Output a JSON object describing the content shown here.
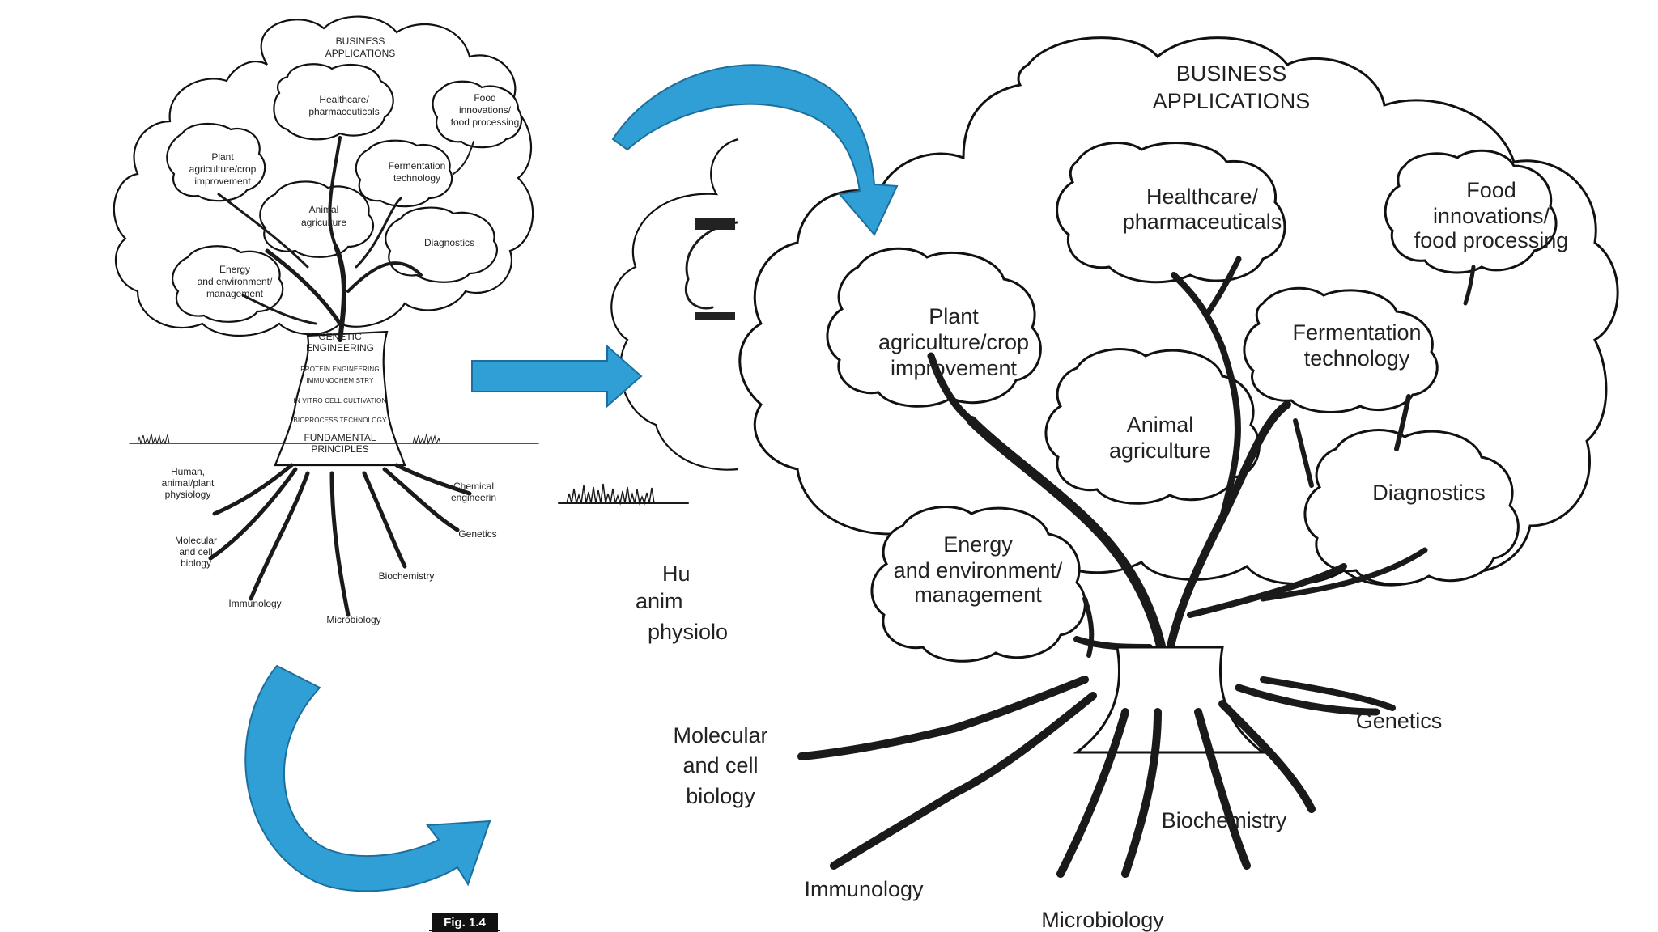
{
  "small_tree": {
    "top": [
      "BUSINESS",
      "APPLICATIONS"
    ],
    "clouds": {
      "healthcare": [
        "Healthcare/",
        "pharmaceuticals"
      ],
      "food": [
        "Food",
        "innovations/",
        "food processing"
      ],
      "plant": [
        "Plant",
        "agriculture/crop",
        "improvement"
      ],
      "fermentation": [
        "Fermentation",
        "technology"
      ],
      "animal": [
        "Animal",
        "agriculture"
      ],
      "diagnostics": [
        "Diagnostics"
      ],
      "energy": [
        "Energy",
        "and environment/",
        "management"
      ]
    },
    "trunk": {
      "genetic": [
        "GENETIC",
        "ENGINEERING"
      ],
      "protein": "PROTEIN ENGINEERING",
      "immunochem": "IMMUNOCHEMISTRY",
      "invitro": "IN VITRO CELL CULTIVATION",
      "bioprocess": "BIOPROCESS TECHNOLOGY",
      "fundamental": [
        "FUNDAMENTAL",
        "PRINCIPLES"
      ]
    },
    "roots": {
      "human": [
        "Human,",
        "animal/plant",
        "physiology"
      ],
      "chemical": [
        "Chemical",
        "engineerin"
      ],
      "genetics": "Genetics",
      "molecular": [
        "Molecular",
        "and cell",
        "biology"
      ],
      "biochemistry": "Biochemistry",
      "immunology": "Immunology",
      "microbiology": "Microbiology"
    },
    "fig": "Fig. 1.4"
  },
  "partial": {
    "lines": [
      "Hu",
      "anim",
      "physiolo"
    ]
  },
  "big_tree": {
    "top": [
      "BUSINESS",
      "APPLICATIONS"
    ],
    "clouds": {
      "healthcare": [
        "Healthcare/",
        "pharmaceuticals"
      ],
      "food": [
        "Food",
        "innovations/",
        "food processing"
      ],
      "plant": [
        "Plant",
        "agriculture/crop",
        "improvement"
      ],
      "fermentation": [
        "Fermentation",
        "technology"
      ],
      "animal": [
        "Animal",
        "agriculture"
      ],
      "diagnostics": [
        "Diagnostics"
      ],
      "energy": [
        "Energy",
        "and environment/",
        "management"
      ]
    },
    "roots": {
      "molecular": [
        "Molecular",
        "and cell",
        "biology"
      ],
      "genetics": "Genetics",
      "biochemistry": "Biochemistry",
      "immunology": "Immunology",
      "microbiology": "Microbiology"
    }
  },
  "colors": {
    "arrow": "#2f9fd6",
    "arrow_edge": "#1c6f9c",
    "ink": "#111111"
  }
}
